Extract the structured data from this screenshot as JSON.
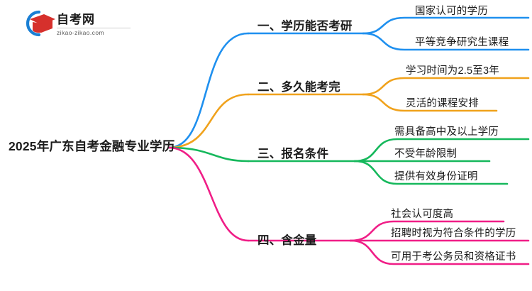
{
  "logo": {
    "name_cn": "自考网",
    "domain": "zikao-zikao.com",
    "arc_color": "#1a7fd4",
    "cap_color": "#d6302c"
  },
  "mindmap": {
    "root": {
      "label": "2025年广东自考金融专业学历"
    },
    "branches": [
      {
        "label": "一、学历能否考研",
        "color": "#1f90ef",
        "children": [
          {
            "label": "国家认可的学历"
          },
          {
            "label": "平等竞争研究生课程"
          }
        ]
      },
      {
        "label": "二、多久能考完",
        "color": "#f0a21c",
        "children": [
          {
            "label": "学习时间为2.5至3年"
          },
          {
            "label": "灵活的课程安排"
          }
        ]
      },
      {
        "label": "三、报名条件",
        "color": "#16b85c",
        "children": [
          {
            "label": "需具备高中及以上学历"
          },
          {
            "label": "不受年龄限制"
          },
          {
            "label": "提供有效身份证明"
          }
        ]
      },
      {
        "label": "四、含金量",
        "color": "#f01e87",
        "children": [
          {
            "label": "社会认可度高"
          },
          {
            "label": "招聘时视为符合条件的学历"
          },
          {
            "label": "可用于考公务员和资格证书"
          }
        ]
      }
    ]
  }
}
